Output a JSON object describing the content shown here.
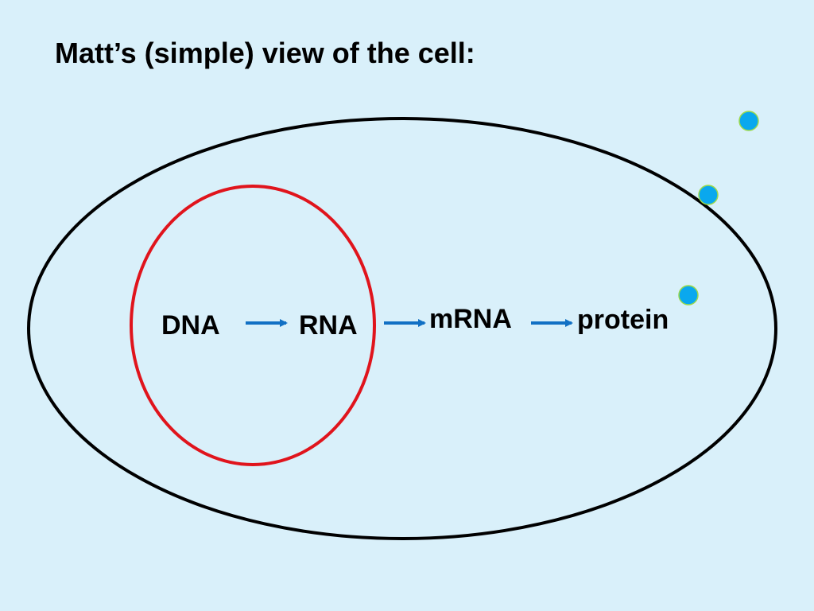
{
  "title": "Matt’s (simple) view of the cell:",
  "labels": {
    "dna": "DNA",
    "rna": "RNA",
    "mrna": "mRNA",
    "protein": "protein"
  },
  "colors": {
    "background": "#d9f0fa",
    "cell_outline": "#000000",
    "nucleus_outline": "#e0141c",
    "arrow": "#1170c4",
    "dot_fill": "#0aa8ee",
    "dot_stroke": "#9cd94a"
  }
}
